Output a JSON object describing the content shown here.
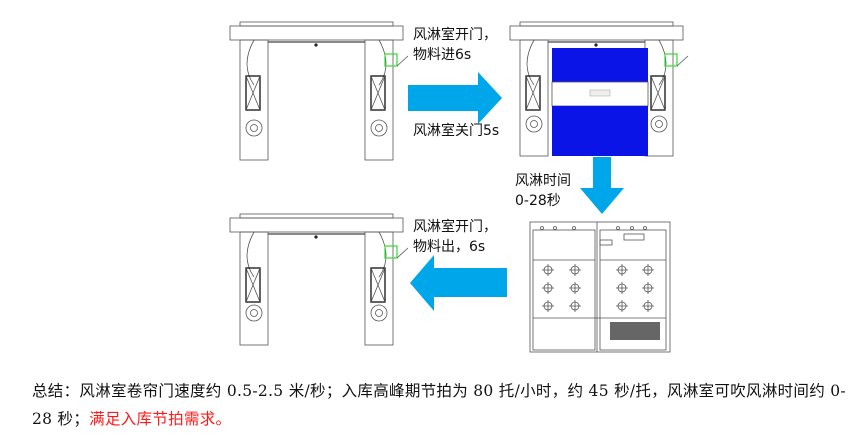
{
  "steps": {
    "open_in": [
      "风淋室开门，",
      "物料进6s"
    ],
    "close": "风淋室关门5s",
    "shower": [
      "风淋时间",
      "0-28秒"
    ],
    "open_out": [
      "风淋室开门，",
      "物料出，6s"
    ]
  },
  "summary": {
    "text": "总结：风淋室卷帘门速度约 0.5-2.5 米/秒；入库高峰期节拍为 80 托/小时，约 45 秒/托，风淋室可吹风淋时间约 0-28 秒；",
    "highlight": "满足入库节拍需求。"
  },
  "colors": {
    "arrow": "#00a6ea",
    "curtain": "#0a14e6",
    "sensor": "#33dd33",
    "highlight": "#ff1a1a"
  }
}
